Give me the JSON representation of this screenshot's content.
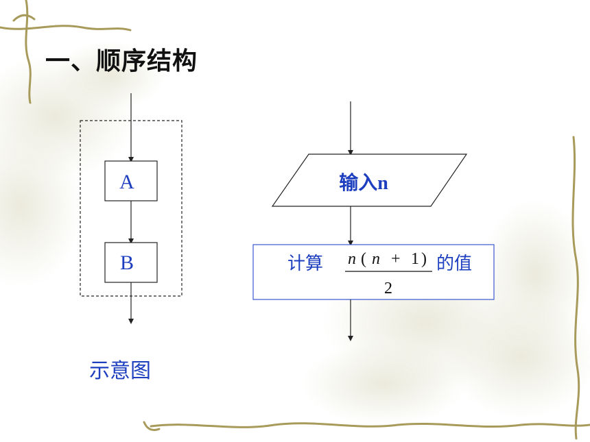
{
  "title": "一、顺序结构",
  "caption": "示意图",
  "left_diagram": {
    "box_a": "A",
    "box_b": "B"
  },
  "right_diagram": {
    "input_label": "输入",
    "input_var": "n",
    "process_prefix": "计算",
    "numerator_n1": "n",
    "numerator_open": "(",
    "numerator_n2": "n",
    "numerator_plus": "+",
    "numerator_one": "1",
    "numerator_close": ")",
    "denominator": "2",
    "process_suffix": "的值"
  },
  "colors": {
    "text_blue": "#1d3fbf",
    "process_border": "#3a58d0",
    "decor_vine": "#a79a5a",
    "decor_blossom": "#d9d8c4"
  }
}
